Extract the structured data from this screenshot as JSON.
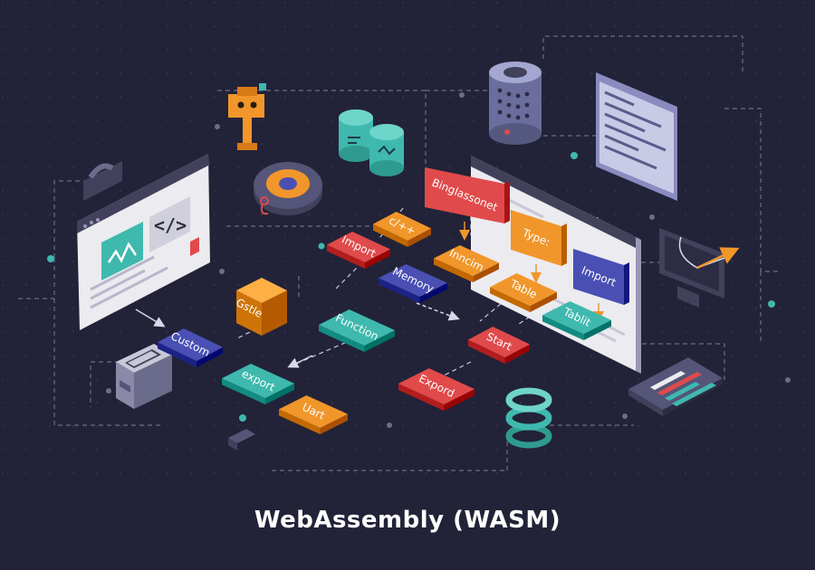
{
  "title": "WebAssembly (WASM)",
  "code_glyph": "</>",
  "colors": {
    "background": "#222238",
    "orange": "#f0962b",
    "red": "#e04a4a",
    "teal": "#3fb8ad",
    "purple": "#4a4fb4",
    "screen": "#ecebf0"
  },
  "tiles": [
    {
      "label": "Binglassonet",
      "color": "#e04a4a"
    },
    {
      "label": "c/++",
      "color": "#f0962b"
    },
    {
      "label": "Import",
      "color": "#e04a4a"
    },
    {
      "label": "Inncim",
      "color": "#f0962b"
    },
    {
      "label": "Memory",
      "color": "#4a4fb4"
    },
    {
      "label": "Type:",
      "color": "#f0962b"
    },
    {
      "label": "Import",
      "color": "#4a4fb4"
    },
    {
      "label": "Table",
      "color": "#f0962b"
    },
    {
      "label": "Tablit",
      "color": "#3fb8ad"
    },
    {
      "label": "Gstle",
      "color": "#f0962b"
    },
    {
      "label": "Function",
      "color": "#3fb8ad"
    },
    {
      "label": "Start",
      "color": "#e04a4a"
    },
    {
      "label": "Custom",
      "color": "#4a4fb4"
    },
    {
      "label": "export",
      "color": "#3fb8ad"
    },
    {
      "label": "Expord",
      "color": "#e04a4a"
    },
    {
      "label": "Uart",
      "color": "#f0962b"
    }
  ],
  "icons": [
    "robot-icon",
    "database-icon",
    "gear-icon",
    "server-cylinder-icon",
    "code-panel-icon",
    "browser-window-icon",
    "hard-drive-icon",
    "monitor-arrow-icon",
    "chart-panel-icon",
    "sync-loop-icon"
  ]
}
